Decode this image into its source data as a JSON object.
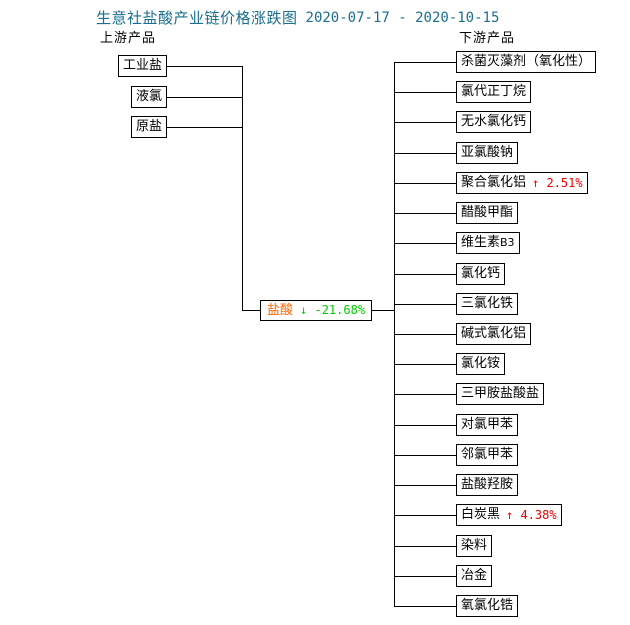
{
  "header": {
    "title": "生意社盐酸产业链价格涨跌图",
    "date_range": "2020-07-17 - 2020-10-15",
    "color": "#1a6e8e"
  },
  "columns": {
    "upstream_caption": "上游产品",
    "downstream_caption": "下游产品"
  },
  "colors": {
    "center_node_text": "#ff6600",
    "increase": "#ee0000",
    "decrease": "#00cc00",
    "line": "#000000",
    "box_text": "#000000"
  },
  "center": {
    "label": "盐酸",
    "change": "↓ -21.68%",
    "direction": "down"
  },
  "upstream": [
    {
      "label": "工业盐"
    },
    {
      "label": "液氯"
    },
    {
      "label": "原盐"
    }
  ],
  "downstream": [
    {
      "label": "杀菌灭藻剂（氧化性）",
      "change": "",
      "direction": "none"
    },
    {
      "label": "氯代正丁烷",
      "change": "",
      "direction": "none"
    },
    {
      "label": "无水氯化钙",
      "change": "",
      "direction": "none"
    },
    {
      "label": "亚氯酸钠",
      "change": "",
      "direction": "none"
    },
    {
      "label": "聚合氯化铝",
      "change": "↑ 2.51%",
      "direction": "up"
    },
    {
      "label": "醋酸甲酯",
      "change": "",
      "direction": "none"
    },
    {
      "label": "维生素",
      "sublabel": "B3",
      "change": "",
      "direction": "none"
    },
    {
      "label": "氯化钙",
      "change": "",
      "direction": "none"
    },
    {
      "label": "三氯化铁",
      "change": "",
      "direction": "none"
    },
    {
      "label": "碱式氯化铝",
      "change": "",
      "direction": "none"
    },
    {
      "label": "氯化铵",
      "change": "",
      "direction": "none"
    },
    {
      "label": "三甲胺盐酸盐",
      "change": "",
      "direction": "none"
    },
    {
      "label": "对氯甲苯",
      "change": "",
      "direction": "none"
    },
    {
      "label": "邻氯甲苯",
      "change": "",
      "direction": "none"
    },
    {
      "label": "盐酸羟胺",
      "change": "",
      "direction": "none"
    },
    {
      "label": "白炭黑",
      "change": "↑ 4.38%",
      "direction": "up"
    },
    {
      "label": "染料",
      "change": "",
      "direction": "none"
    },
    {
      "label": "冶金",
      "change": "",
      "direction": "none"
    },
    {
      "label": "氧氯化锆",
      "change": "",
      "direction": "none"
    }
  ]
}
